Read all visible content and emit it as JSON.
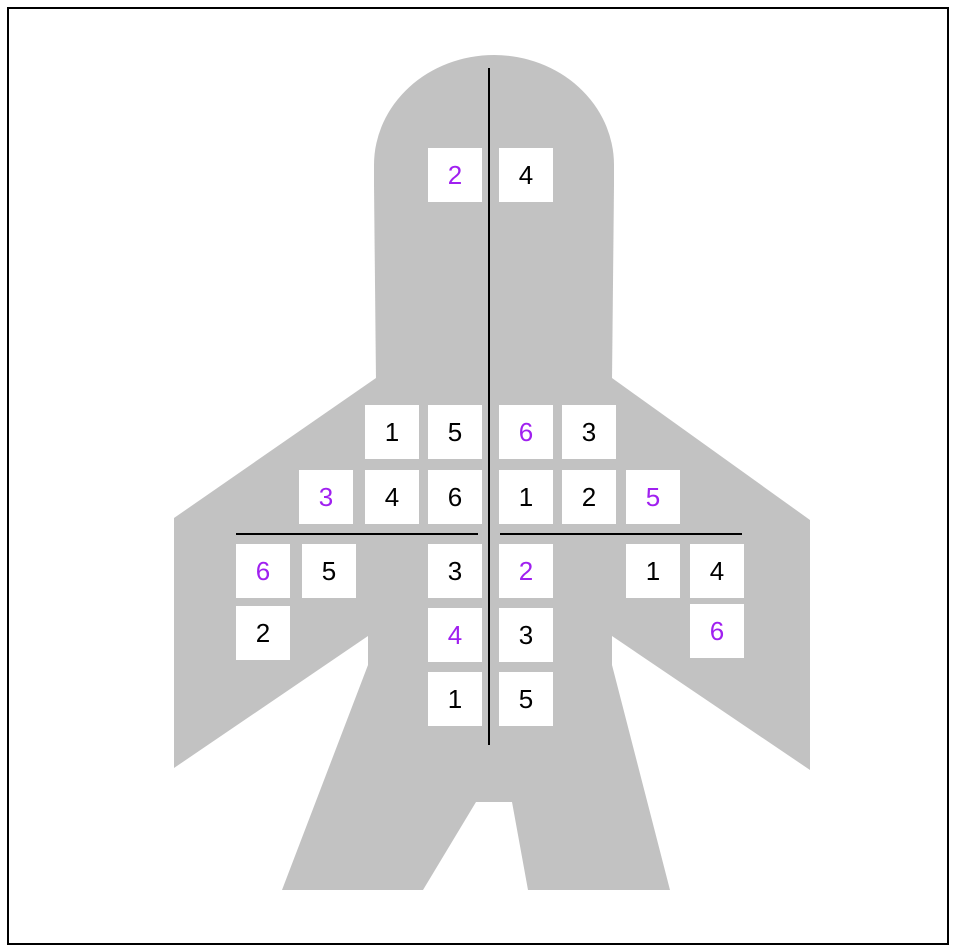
{
  "colors": {
    "background": "#ffffff",
    "silhouette": "#c2c2c2",
    "line": "#000000",
    "black_number": "#000000",
    "purple_number": "#a020f0"
  },
  "cells": [
    {
      "id": "head-left",
      "value": "2",
      "color": "purple"
    },
    {
      "id": "head-right",
      "value": "4",
      "color": "black"
    },
    {
      "id": "chest-row1-c1",
      "value": "1",
      "color": "black"
    },
    {
      "id": "chest-row1-c2",
      "value": "5",
      "color": "black"
    },
    {
      "id": "chest-row1-c3",
      "value": "6",
      "color": "purple"
    },
    {
      "id": "chest-row1-c4",
      "value": "3",
      "color": "black"
    },
    {
      "id": "chest-row2-c1",
      "value": "3",
      "color": "purple"
    },
    {
      "id": "chest-row2-c2",
      "value": "4",
      "color": "black"
    },
    {
      "id": "chest-row2-c3",
      "value": "6",
      "color": "black"
    },
    {
      "id": "chest-row2-c4",
      "value": "1",
      "color": "black"
    },
    {
      "id": "chest-row2-c5",
      "value": "2",
      "color": "black"
    },
    {
      "id": "chest-row2-c6",
      "value": "5",
      "color": "purple"
    },
    {
      "id": "left-arm-r1-c1",
      "value": "6",
      "color": "purple"
    },
    {
      "id": "left-arm-r1-c2",
      "value": "5",
      "color": "black"
    },
    {
      "id": "left-arm-r2-c1",
      "value": "2",
      "color": "black"
    },
    {
      "id": "belly-r1-left",
      "value": "3",
      "color": "black"
    },
    {
      "id": "belly-r1-right",
      "value": "2",
      "color": "purple"
    },
    {
      "id": "belly-r2-left",
      "value": "4",
      "color": "purple"
    },
    {
      "id": "belly-r2-right",
      "value": "3",
      "color": "black"
    },
    {
      "id": "belly-r3-left",
      "value": "1",
      "color": "black"
    },
    {
      "id": "belly-r3-right",
      "value": "5",
      "color": "black"
    },
    {
      "id": "right-arm-r1-c1",
      "value": "1",
      "color": "black"
    },
    {
      "id": "right-arm-r1-c2",
      "value": "4",
      "color": "black"
    },
    {
      "id": "right-arm-r2-c2",
      "value": "6",
      "color": "purple"
    }
  ]
}
